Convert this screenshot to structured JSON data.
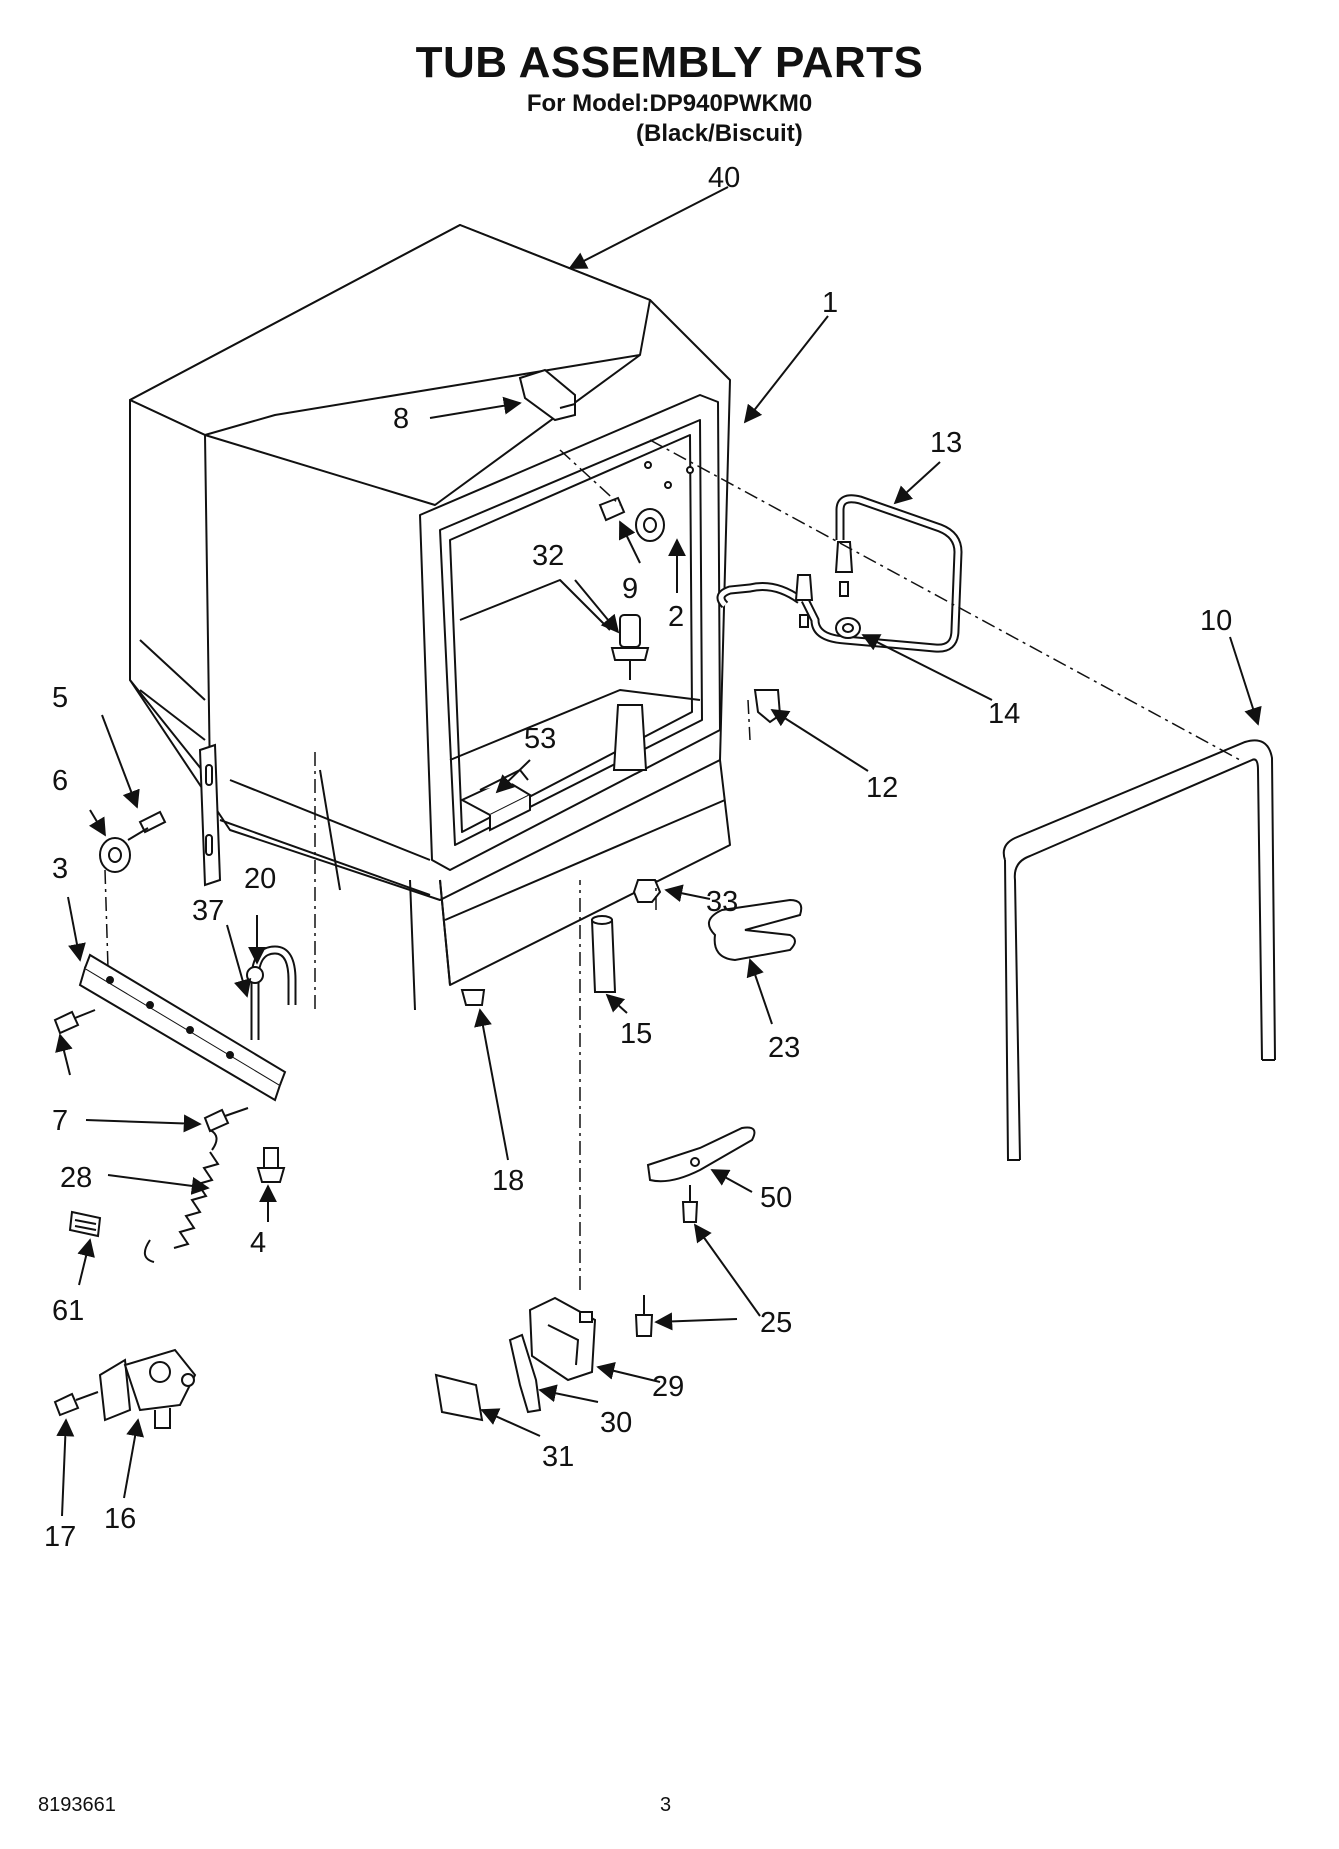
{
  "header": {
    "title": "TUB ASSEMBLY PARTS",
    "model": "For Model:DP940PWKM0",
    "variant": "(Black/Biscuit)"
  },
  "callouts": [
    "40",
    "1",
    "8",
    "13",
    "32",
    "9",
    "2",
    "10",
    "5",
    "53",
    "14",
    "12",
    "6",
    "3",
    "20",
    "37",
    "33",
    "15",
    "23",
    "7",
    "18",
    "28",
    "4",
    "50",
    "61",
    "25",
    "29",
    "30",
    "31",
    "16",
    "17"
  ],
  "footer": {
    "document_number": "8193661",
    "page_number": "3"
  }
}
